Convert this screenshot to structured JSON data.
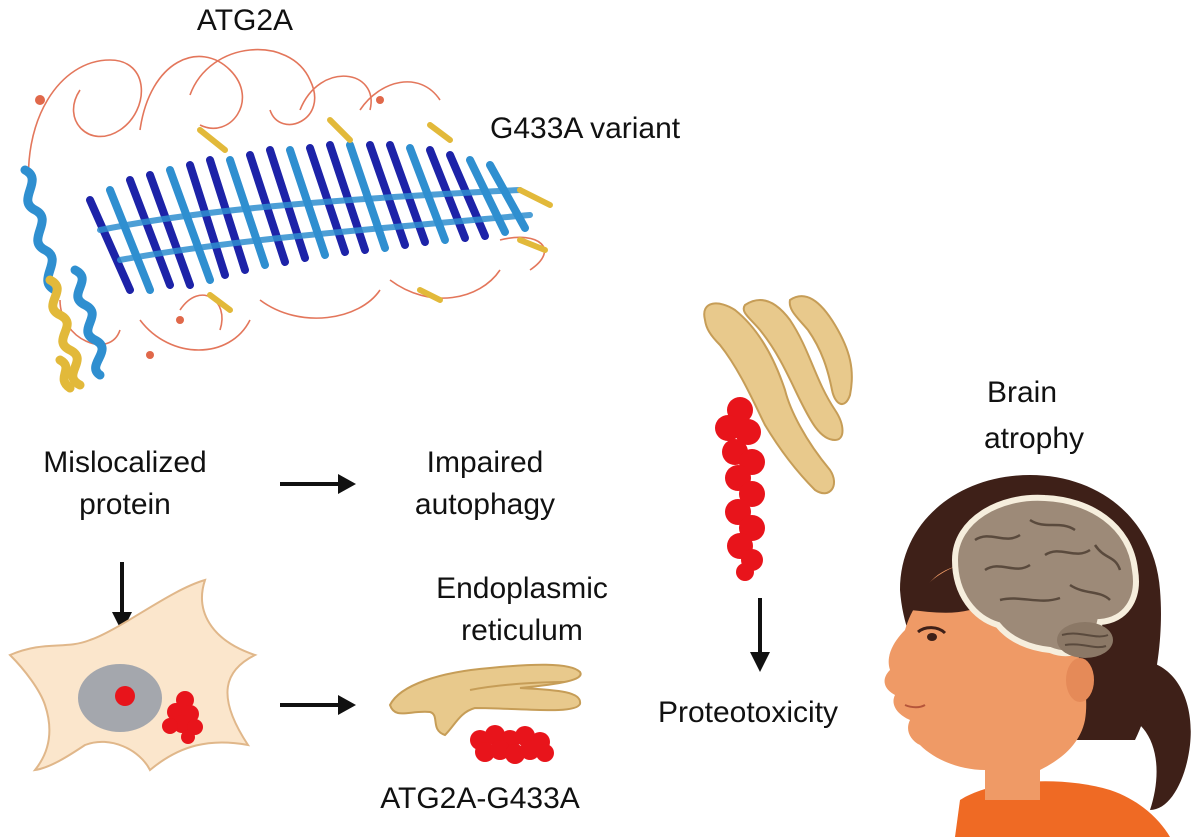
{
  "labels": {
    "protein_title": "ATG2A",
    "variant": "G433A variant",
    "mislocalized_line1": "Mislocalized",
    "mislocalized_line2": "protein",
    "impaired_line1": "Impaired",
    "impaired_line2": "autophagy",
    "er_line1": "Endoplasmic",
    "er_line2": "reticulum",
    "mutant": "ATG2A-G433A",
    "proteotoxicity": "Proteotoxicity",
    "brain_line1": "Brain",
    "brain_line2": "atrophy"
  },
  "colors": {
    "strand_dark": "#1d23a8",
    "strand_light": "#2f8fd0",
    "helix_yellow": "#e2b93a",
    "loop_orange": "#e0684a",
    "cytoplasm": "#fbe6cc",
    "nucleus": "#a4a7ad",
    "aggregate": "#e8141b",
    "er": "#e8c98c",
    "skin": "#ef9a66",
    "hair": "#3e2018",
    "shirt": "#ef6a24",
    "brain": "#9d8a78"
  },
  "icons": [
    "protein-structure-icon",
    "cell-icon",
    "er-icon",
    "aggregate-icon",
    "head-icon",
    "brain-icon"
  ]
}
